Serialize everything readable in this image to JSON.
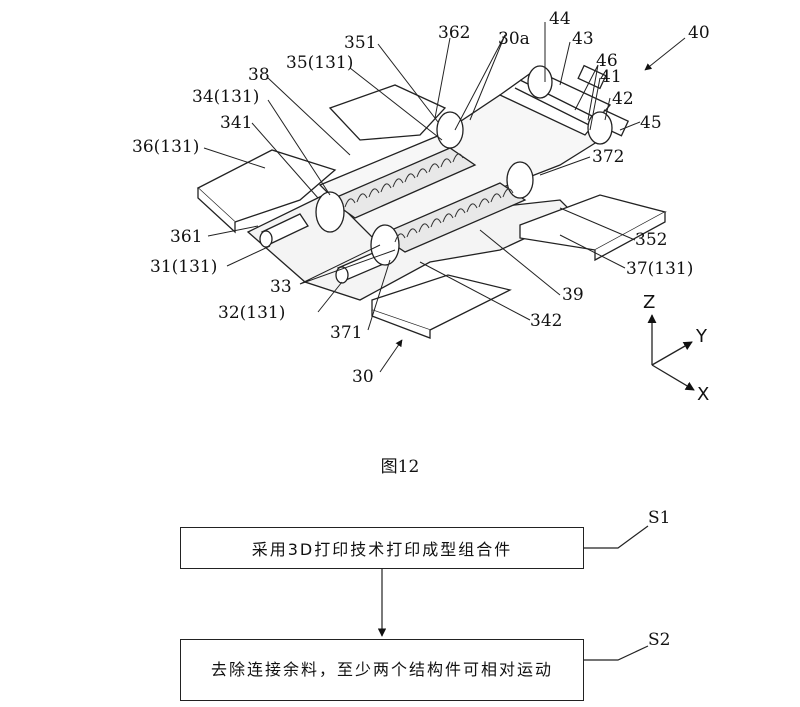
{
  "figure": {
    "caption": "图12",
    "labels": {
      "l40": "40",
      "l44": "44",
      "l43": "43",
      "l30a": "30a",
      "l362": "362",
      "l351": "351",
      "l35": "35(131)",
      "l46": "46",
      "l41": "41",
      "l38": "38",
      "l34": "34(131)",
      "l42": "42",
      "l45": "45",
      "l341": "341",
      "l36": "36(131)",
      "l372": "372",
      "l361": "361",
      "l352": "352",
      "l31": "31(131)",
      "l37": "37(131)",
      "l33": "33",
      "l39": "39",
      "l32": "32(131)",
      "l342": "342",
      "l371": "371",
      "l30": "30"
    },
    "axes": {
      "z": "Z",
      "y": "Y",
      "x": "X"
    }
  },
  "flowchart": {
    "step1": {
      "label": "S1",
      "text": "采用3D打印技术打印成型组合件"
    },
    "step2": {
      "label": "S2",
      "text": "去除连接余料，至少两个结构件可相对运动"
    }
  }
}
